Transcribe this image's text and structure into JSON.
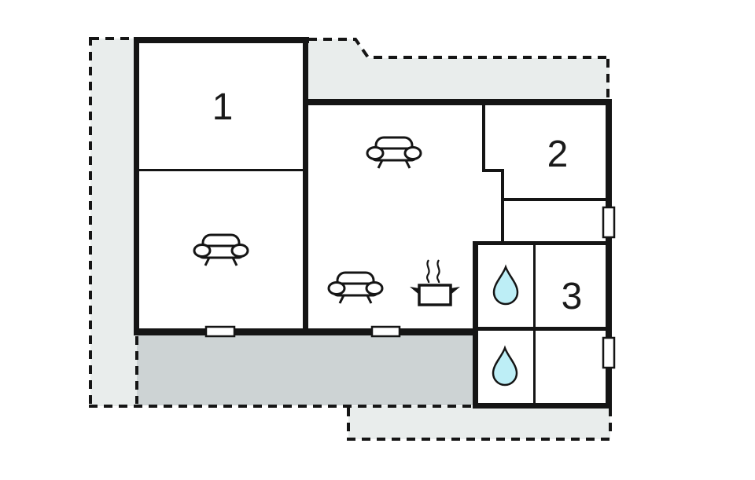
{
  "plan": {
    "type": "floor-plan",
    "rooms": [
      {
        "label": "1"
      },
      {
        "label": "2"
      },
      {
        "label": "3"
      }
    ],
    "furniture": {
      "sofa_count": 3,
      "cooking_pot_count": 1,
      "water_drop_count": 2,
      "window_count": 4
    },
    "colors": {
      "wall": "#151515",
      "plot": "#e9edec",
      "terrace": "#cdd3d4",
      "drop": "#bdeef6",
      "window_fill": "#ffffff",
      "background": "#ffffff"
    }
  }
}
